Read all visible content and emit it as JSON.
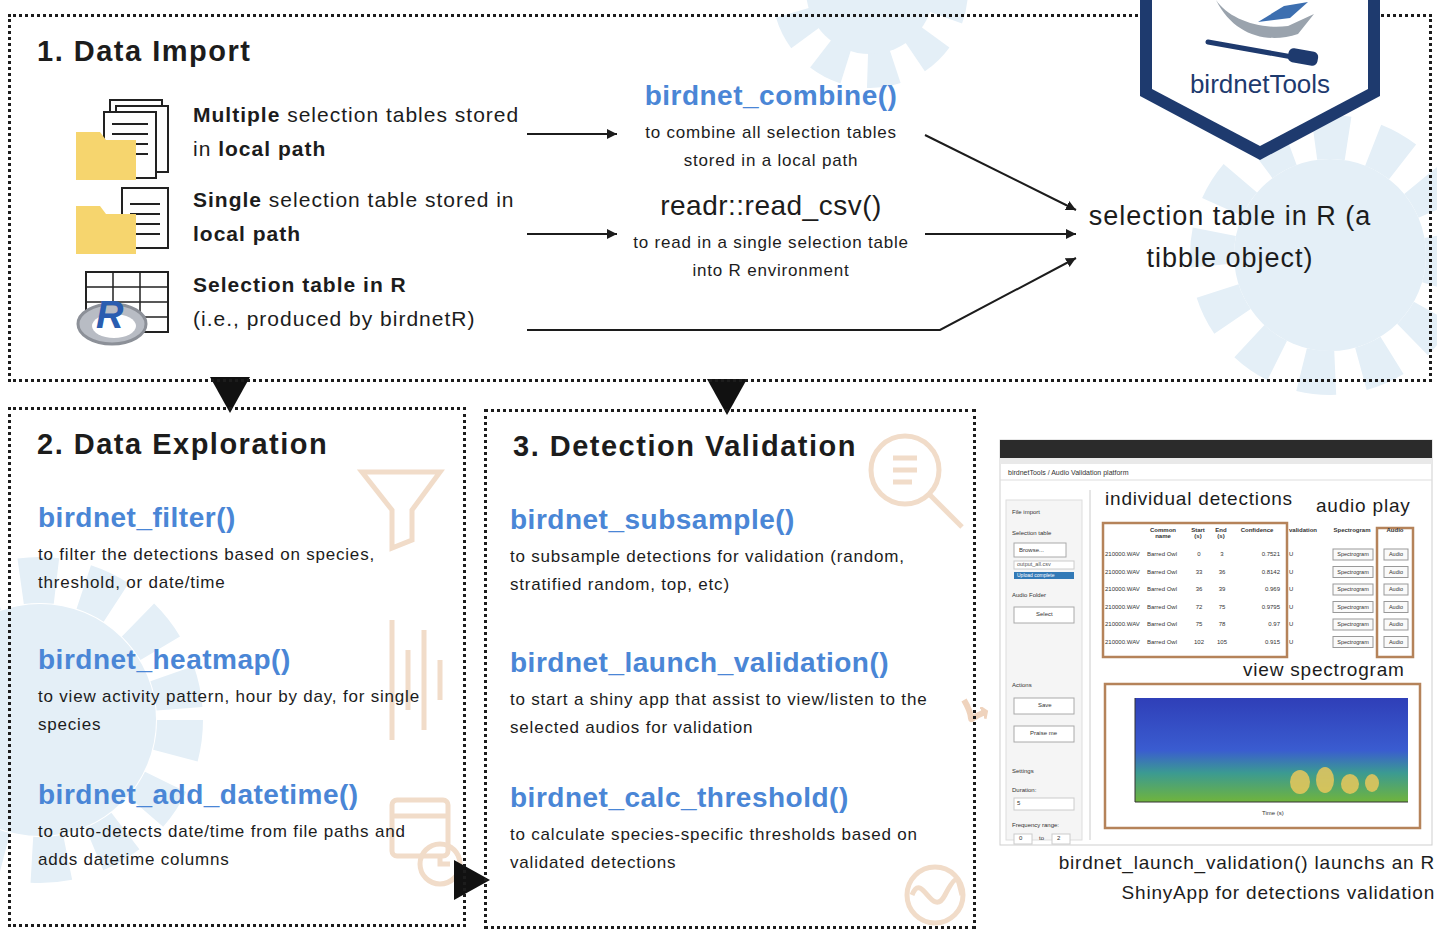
{
  "diagram": {
    "nodes": [
      {
        "text": [
          "1. Data Import"
        ]
      },
      {
        "text": [
          "Multiple selection tables stored in local path"
        ],
        "in": 0
      },
      {
        "text": [
          "Single selection table stored in local path"
        ],
        "in": 0
      },
      {
        "text": [
          "Selection table in R",
          "(i.e., produced by birdnetR)"
        ],
        "in": 0
      },
      {
        "text": [
          "birdnet_combine()",
          "to combine all selection tables stored in a local path"
        ],
        "in": 0
      },
      {
        "text": [
          "readr::read_csv()",
          "to read in a single selection table into R environment"
        ],
        "in": 0
      },
      {
        "text": [
          "selection table in R (a tibble object)"
        ],
        "in": 0
      },
      {
        "text": [
          "2. Data Exploration"
        ]
      },
      {
        "text": [
          "birdnet_filter()",
          "to filter the detections based on species, threshold, or date/time"
        ],
        "in": 7
      },
      {
        "text": [
          "birdnet_heatmap()",
          "to view activity pattern, hour by day, for single species"
        ],
        "in": 7
      },
      {
        "text": [
          "birdnet_add_datetime()",
          "to auto-detects date/time from file paths and adds datetime columns"
        ],
        "in": 7
      },
      {
        "text": [
          "3. Detection Validation"
        ]
      },
      {
        "text": [
          "birdnet_subsample()",
          "to subsample detections for validation (random, stratified random, top, etc)"
        ],
        "in": 11
      },
      {
        "text": [
          "birdnet_launch_validation()",
          "to start a shiny app that assist to view/listen to the selected audios for validation"
        ],
        "in": 11
      },
      {
        "text": [
          "birdnet_calc_threshold()",
          "to calculate species-specific thresholds based on validated detections"
        ],
        "in": 11
      },
      {
        "text": [
          "birdnet_launch_validation() launchs an R ShinyApp for detections validation"
        ]
      },
      {
        "text": [
          "birdnetTools"
        ]
      }
    ],
    "edges": [
      {
        "from": 1,
        "to": 4,
        "arrow": "to"
      },
      {
        "from": 4,
        "to": 6,
        "arrow": "to"
      },
      {
        "from": 2,
        "to": 5,
        "arrow": "to"
      },
      {
        "from": 5,
        "to": 6,
        "arrow": "to"
      },
      {
        "from": 3,
        "to": 6,
        "arrow": "to"
      },
      {
        "from": 0,
        "to": 7,
        "arrow": "to"
      },
      {
        "from": 0,
        "to": 11,
        "arrow": "to"
      },
      {
        "from": 7,
        "to": 11,
        "arrow": "to"
      },
      {
        "from": 13,
        "to": 15,
        "arrow": "to"
      }
    ],
    "labels": [
      "R",
      "individual detections",
      "audio play",
      "view spectrogram",
      "birdnetTools / Audio Validation platform",
      "File import",
      "Selection table",
      "Browse...",
      "output_all.csv",
      "Upload complete",
      "Audio Folder",
      "Select",
      "Actions",
      "Save",
      "Praise me",
      "Settings",
      "Duration:",
      "5",
      "Frequency range:",
      "0",
      "to",
      "2",
      "Time (s)",
      "Common name",
      "Start (s)",
      "End (s)",
      "Confidence",
      "validation",
      "Spectrogram",
      "Audio",
      "210000.WAV",
      "Barred Owl",
      "0",
      "3",
      "0.7521",
      "U",
      "Spectrogram",
      "Audio",
      "210000.WAV",
      "Barred Owl",
      "33",
      "36",
      "0.8142",
      "U",
      "Spectrogram",
      "Audio",
      "210000.WAV",
      "Barred Owl",
      "36",
      "39",
      "0.969",
      "U",
      "Spectrogram",
      "Audio",
      "210000.WAV",
      "Barred Owl",
      "72",
      "75",
      "0.9795",
      "U",
      "Spectrogram",
      "Audio",
      "210000.WAV",
      "Barred Owl",
      "75",
      "78",
      "0.97",
      "U",
      "Spectrogram",
      "Audio",
      "210000.WAV",
      "Barred Owl",
      "102",
      "105",
      "0.915",
      "U",
      "Spectrogram",
      "Audio"
    ]
  }
}
